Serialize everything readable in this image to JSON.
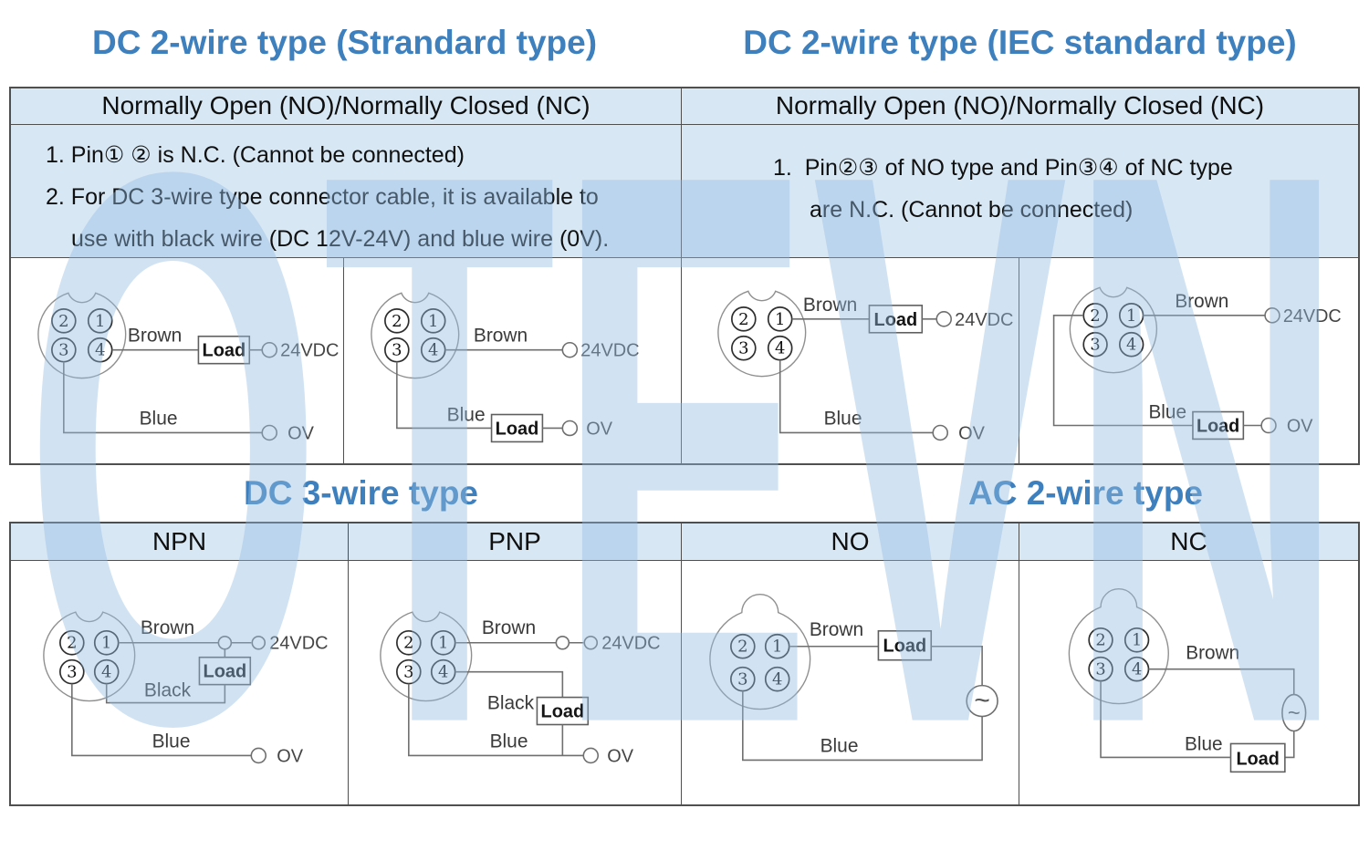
{
  "watermark": "OTEVN",
  "titles": {
    "dc2_standard": "DC 2-wire type (Strandard type)",
    "dc2_iec": "DC 2-wire type (IEC standard type)",
    "dc3": "DC 3-wire type",
    "ac2": "AC 2-wire type"
  },
  "table_dc2": {
    "standard": {
      "header": "Normally Open (NO)/Normally Closed (NC)",
      "notes": [
        "1. Pin① ② is N.C. (Cannot be connected)",
        "2. For DC 3-wire type connector cable, it is available to",
        "use with black wire (DC 12V-24V) and blue wire (0V)."
      ]
    },
    "iec": {
      "header": "Normally Open (NO)/Normally Closed (NC)",
      "notes": [
        "1.  Pin②③ of NO type and Pin③④ of NC type",
        "are N.C. (Cannot be connected)"
      ]
    }
  },
  "table_types": {
    "headers": [
      "NPN",
      "PNP",
      "NO",
      "NC"
    ]
  },
  "pins": {
    "p1": "1",
    "p2": "2",
    "p3": "3",
    "p4": "4"
  },
  "labels": {
    "brown": "Brown",
    "blue": "Blue",
    "black": "Black",
    "load": "Load",
    "vdc": "24VDC",
    "ov": "OV",
    "ac": "~"
  },
  "colors": {
    "title_blue": "#3e80be",
    "band_blue": "#d7e7f4",
    "border_gray": "#4f4f4f",
    "wire_gray": "#6f6f6f",
    "watermark_blue": "#b9d4ec"
  }
}
